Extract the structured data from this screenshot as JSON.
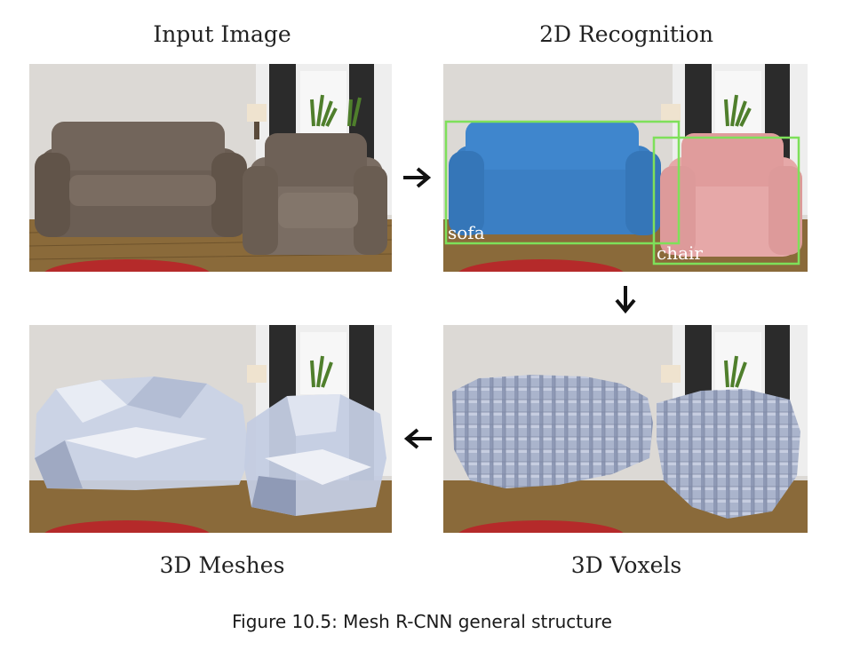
{
  "panels": {
    "input": {
      "title": "Input Image"
    },
    "recognition": {
      "title": "2D Recognition",
      "detections": [
        {
          "label": "sofa",
          "color": "#3b7fc4"
        },
        {
          "label": "chair",
          "color": "#e6a8a8"
        }
      ],
      "box_color": "#7ee05a"
    },
    "voxels": {
      "title": "3D Voxels"
    },
    "meshes": {
      "title": "3D Meshes"
    }
  },
  "caption": "Figure 10.5: Mesh R-CNN general structure",
  "colors": {
    "sofa_brown": "#6b5e54",
    "floor": "#8a6a3a",
    "wall": "#d9d6d2",
    "voxel": "#aab4cc",
    "mesh": "#c9d2e6"
  }
}
